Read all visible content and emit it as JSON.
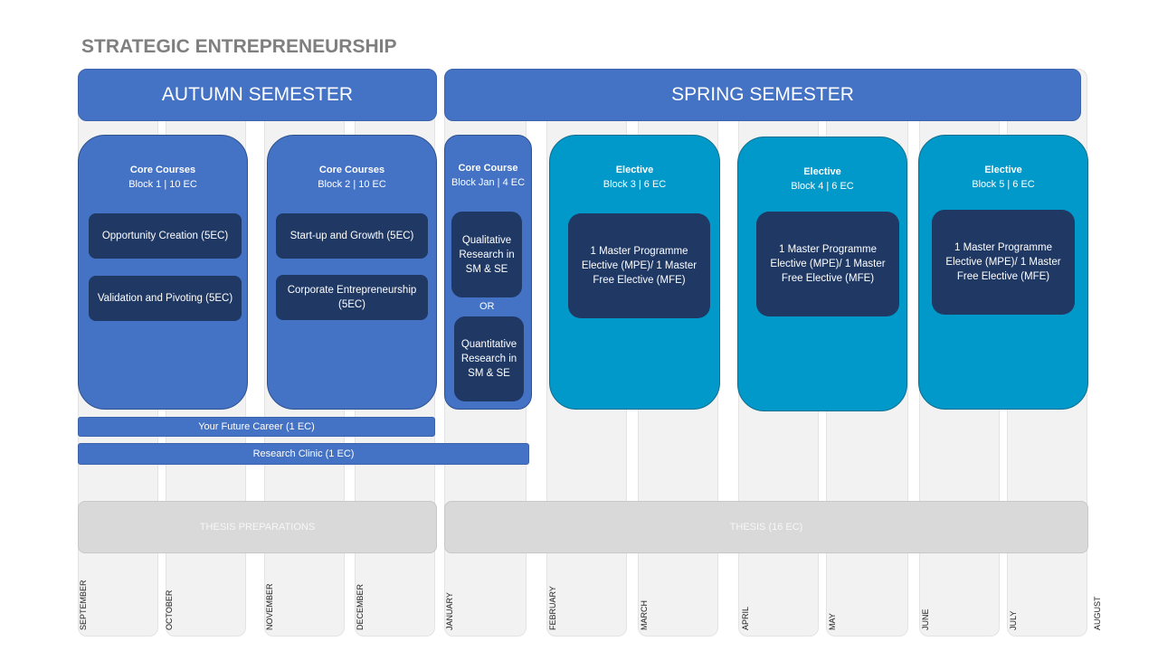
{
  "title": "STRATEGIC ENTREPRENEURSHIP",
  "months": [
    "SEPTEMBER",
    "OCTOBER",
    "NOVEMBER",
    "DECEMBER",
    "JANUARY",
    "FEBRUARY",
    "MARCH",
    "APRIL",
    "MAY",
    "JUNE",
    "JULY",
    "AUGUST"
  ],
  "semesters": {
    "autumn": "AUTUMN SEMESTER",
    "spring": "SPRING SEMESTER"
  },
  "blocks": {
    "block1": {
      "heading": "Core Courses",
      "sub": "Block 1 | 10 EC",
      "courses": [
        "Opportunity Creation (5EC)",
        "Validation and Pivoting (5EC)"
      ]
    },
    "block2": {
      "heading": "Core Courses",
      "sub": "Block 2 | 10 EC",
      "courses": [
        "Start-up and Growth (5EC)",
        "Corporate Entrepreneurship (5EC)"
      ]
    },
    "blockjan": {
      "heading": "Core Course",
      "sub": "Block Jan | 4 EC",
      "courses": [
        "Qualitative Research in SM & SE",
        "Quantitative Research in SM & SE"
      ],
      "or": "OR"
    },
    "block3": {
      "heading": "Elective",
      "sub": "Block 3 | 6 EC",
      "course": "1 Master Programme Elective (MPE)/ 1 Master Free Elective (MFE)"
    },
    "block4": {
      "heading": "Elective",
      "sub": "Block 4 | 6 EC",
      "course": "1 Master Programme Elective (MPE)/ 1 Master Free Elective (MFE)"
    },
    "block5": {
      "heading": "Elective",
      "sub": "Block 5 | 6 EC",
      "course": "1 Master Programme Elective (MPE)/ 1 Master Free Elective (MFE)"
    }
  },
  "bars": {
    "career": "Your Future Career (1 EC)",
    "clinic": "Research Clinic (1 EC)"
  },
  "thesis": {
    "prep": "THESIS PREPARATIONS",
    "main": "THESIS (16 EC)"
  },
  "colors": {
    "semester_blue": "#4472c4",
    "course_navy": "#1f3864",
    "elective_teal": "#0199c9",
    "thesis_grey": "#d9d9d9"
  }
}
